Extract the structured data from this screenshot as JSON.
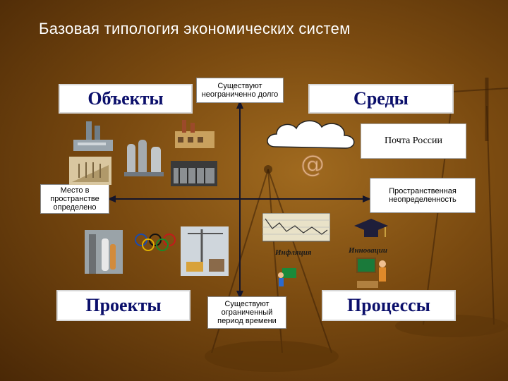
{
  "title": "Базовая типология экономических систем",
  "boxes": {
    "objects": "Объекты",
    "environments": "Среды",
    "projects": "Проекты",
    "processes": "Процессы"
  },
  "axis_labels": {
    "top": "Существуют неограниченно долго",
    "bottom": "Существуют ограниченный период времени",
    "left": "Место в пространстве определено",
    "right": "Пространственная неопределенность"
  },
  "pochta": "Почта России",
  "illustrations": {
    "inflation": "Инфляция",
    "innovations": "Инновации",
    "email_symbol": "@"
  },
  "colors": {
    "background": "#7a4a10",
    "box_text": "#0b0f6b",
    "axis": "#1a1a3a"
  }
}
